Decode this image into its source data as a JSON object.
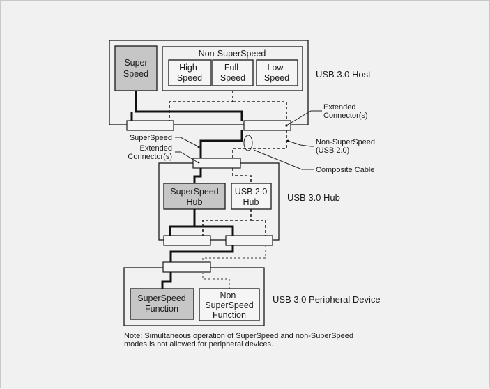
{
  "diagram": {
    "host": {
      "label": "USB 3.0 Host",
      "superspeed_block": [
        "Super",
        "Speed"
      ],
      "non_superspeed_group": "Non-SuperSpeed",
      "non_superspeed_blocks": [
        [
          "High-",
          "Speed"
        ],
        [
          "Full-",
          "Speed"
        ],
        [
          "Low-",
          "Speed"
        ]
      ]
    },
    "hub": {
      "label": "USB 3.0 Hub",
      "superspeed_block": [
        "SuperSpeed",
        "Hub"
      ],
      "usb2_block": [
        "USB 2.0",
        "Hub"
      ]
    },
    "peripheral": {
      "label": "USB 3.0 Peripheral Device",
      "superspeed_block": [
        "SuperSpeed",
        "Function"
      ],
      "non_superspeed_block": [
        "Non-",
        "SuperSpeed",
        "Function"
      ]
    },
    "callouts": {
      "extended_connector_right": [
        "Extended",
        "Connector(s)"
      ],
      "non_superspeed_usb2": [
        "Non-SuperSpeed",
        "(USB 2.0)"
      ],
      "composite_cable": "Composite Cable",
      "superspeed": "SuperSpeed",
      "extended_connector_left": [
        "Extended",
        "Connector(s)"
      ]
    },
    "note": [
      "Note: Simultaneous operation of SuperSpeed and non-SuperSpeed",
      "modes is not allowed for peripheral devices."
    ],
    "colors": {
      "background": "#f1f1f1",
      "superspeed_block_fill": "#c6c6c6",
      "line": "#1a1a1a"
    }
  }
}
